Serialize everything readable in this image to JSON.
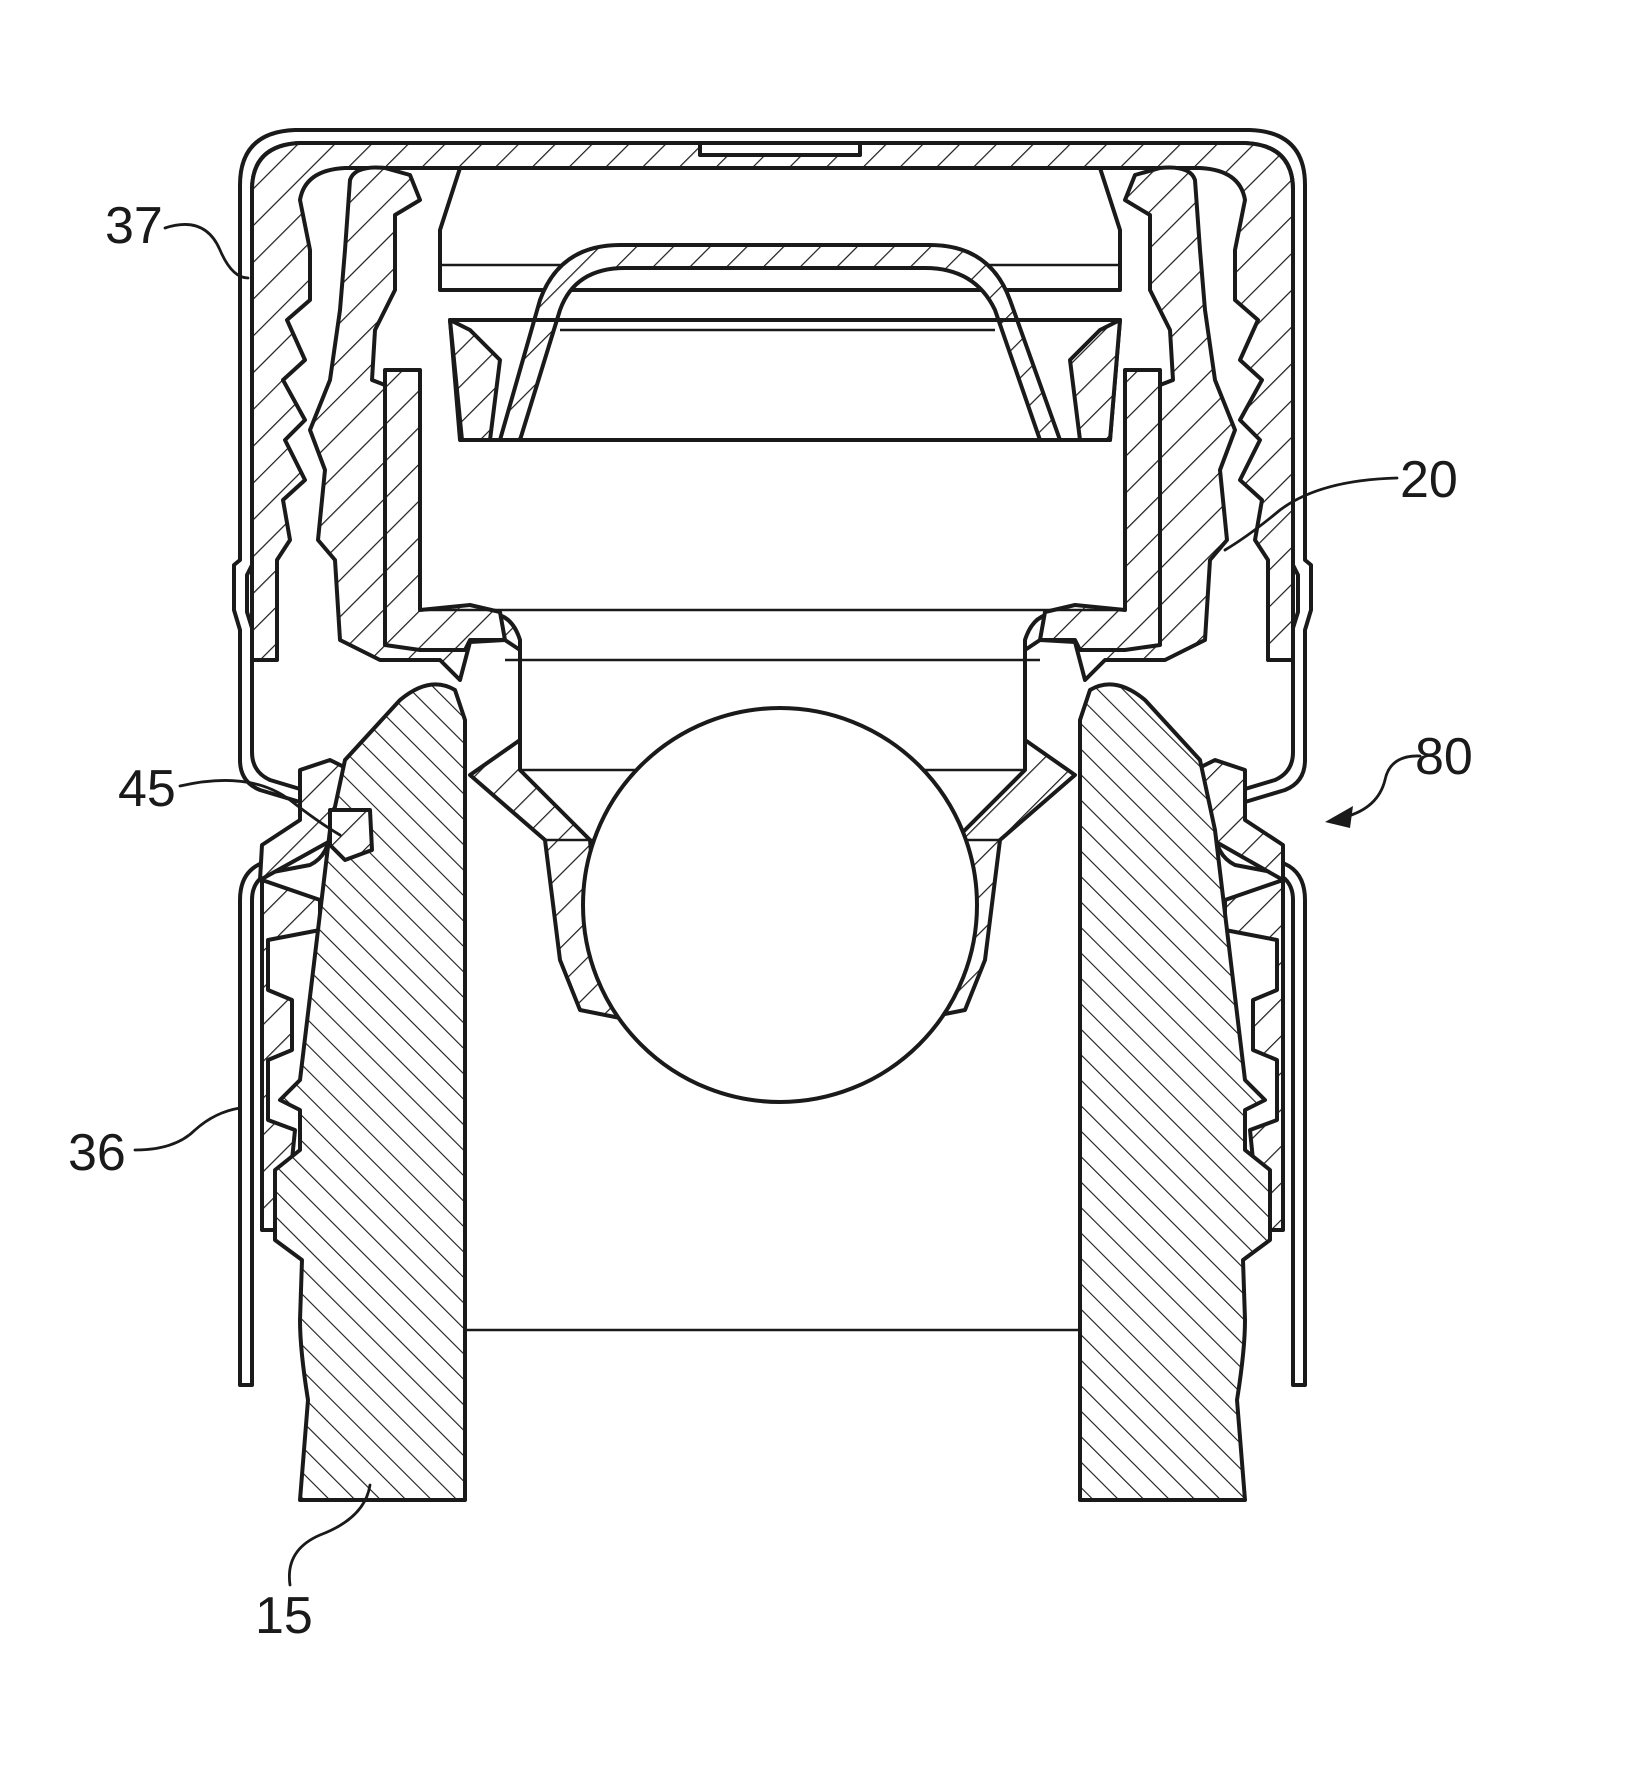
{
  "figure": {
    "reference_numerals": [
      {
        "id": "37",
        "text": "37"
      },
      {
        "id": "20",
        "text": "20"
      },
      {
        "id": "80",
        "text": "80"
      },
      {
        "id": "45",
        "text": "45"
      },
      {
        "id": "36",
        "text": "36"
      },
      {
        "id": "15",
        "text": "15"
      }
    ]
  }
}
